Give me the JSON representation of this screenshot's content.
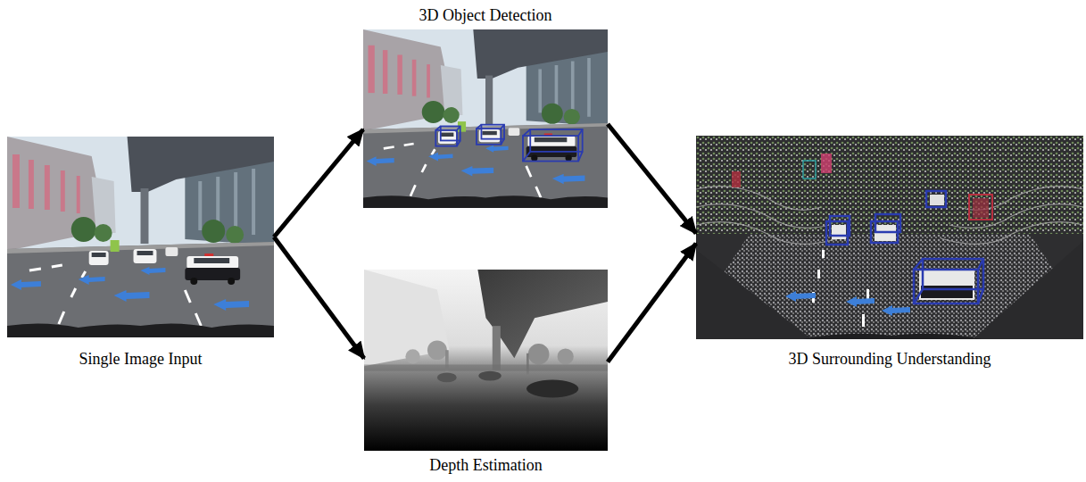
{
  "diagram": {
    "nodes": [
      {
        "text": [
          "Single Image Input"
        ]
      },
      {
        "text": [
          "3D Object Detection"
        ]
      },
      {
        "text": [
          "Depth Estimation"
        ]
      },
      {
        "text": [
          "3D Surrounding Understanding"
        ]
      }
    ],
    "edges": [
      {
        "from": 0,
        "to": 1,
        "arrow": "to"
      },
      {
        "from": 0,
        "to": 2,
        "arrow": "to"
      },
      {
        "from": 1,
        "to": 3,
        "arrow": "to"
      },
      {
        "from": 2,
        "to": 3,
        "arrow": "to"
      }
    ]
  }
}
